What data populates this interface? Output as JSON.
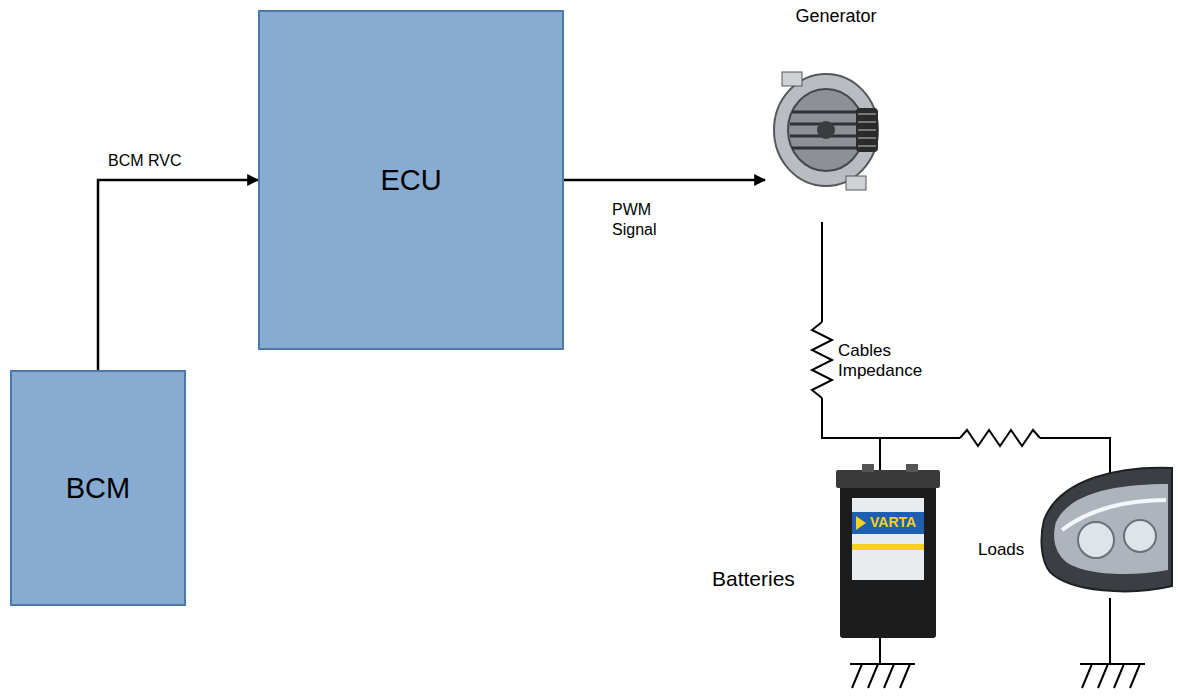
{
  "diagram": {
    "nodes": [
      {
        "text": [
          "BCM"
        ]
      },
      {
        "text": [
          "ECU"
        ]
      },
      {
        "text": [
          "Generator"
        ]
      }
    ],
    "edges": [
      {
        "from": 0,
        "to": 1,
        "arrow": "to",
        "label": "BCM RVC"
      },
      {
        "from": 1,
        "to": 2,
        "arrow": "to",
        "label": "PWM Signal"
      }
    ],
    "labels": [
      "Cables Impedance",
      "Batteries",
      "VARTA",
      "Loads"
    ]
  }
}
